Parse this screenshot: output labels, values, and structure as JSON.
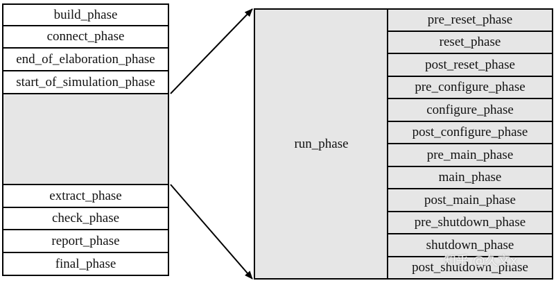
{
  "left_phases_top": [
    "build_phase",
    "connect_phase",
    "end_of_elaboration_phase",
    "start_of_simulation_phase"
  ],
  "left_phases_bottom": [
    "extract_phase",
    "check_phase",
    "report_phase",
    "final_phase"
  ],
  "run_phase_label": "run_phase",
  "runtime_phases": [
    "pre_reset_phase",
    "reset_phase",
    "post_reset_phase",
    "pre_configure_phase",
    "configure_phase",
    "post_configure_phase",
    "pre_main_phase",
    "main_phase",
    "post_main_phase",
    "pre_shutdown_phase",
    "shutdown_phase",
    "post_shutdown_phase"
  ],
  "watermark": "知乎 @久文x",
  "colors": {
    "box_fill": "#ffffff",
    "gray_fill": "#e6e6e6",
    "border": "#000000"
  }
}
